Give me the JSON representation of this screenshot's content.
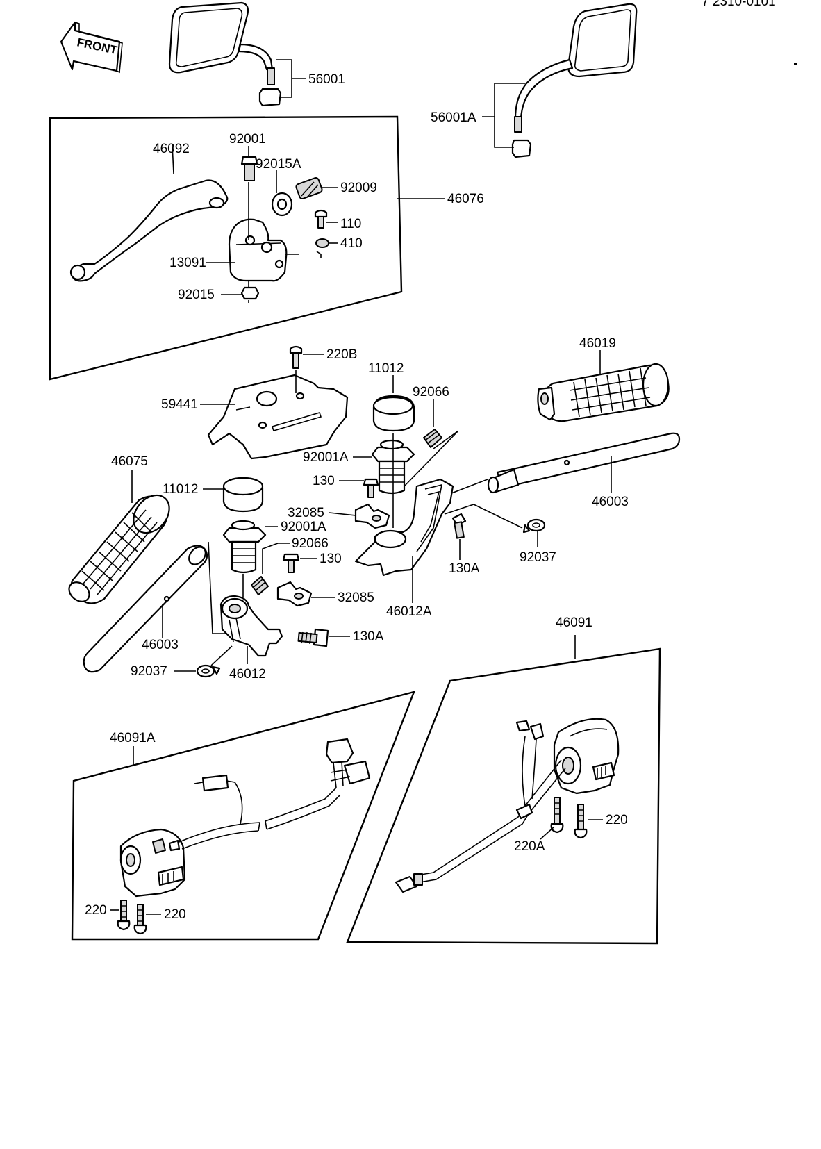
{
  "corner_code": "7 2310-0101",
  "front_label": "FRONT",
  "callouts": {
    "c56001": "56001",
    "c56001A": "56001A",
    "c46092": "46092",
    "c92001": "92001",
    "c92015A": "92015A",
    "c92009": "92009",
    "c46076": "46076",
    "c110": "110",
    "c410": "410",
    "c13091": "13091",
    "c92015": "92015",
    "c220B": "220B",
    "c11012_top": "11012",
    "c92066_top": "92066",
    "c46019": "46019",
    "c59441": "59441",
    "c46075": "46075",
    "c92001A_top": "92001A",
    "c130_top": "130",
    "c11012_left": "11012",
    "c32085_top": "32085",
    "c46003_right": "46003",
    "c92001A_left": "92001A",
    "c92066_left": "92066",
    "c130_left": "130",
    "c130A_right": "130A",
    "c92037_right": "92037",
    "c32085_left": "32085",
    "c46012A": "46012A",
    "c46003_left": "46003",
    "c130A_left": "130A",
    "c46091": "46091",
    "c92037_left": "92037",
    "c46012": "46012",
    "c46091A": "46091A",
    "c220_right": "220",
    "c220A": "220A",
    "c220_left_a": "220",
    "c220_left_b": "220"
  }
}
